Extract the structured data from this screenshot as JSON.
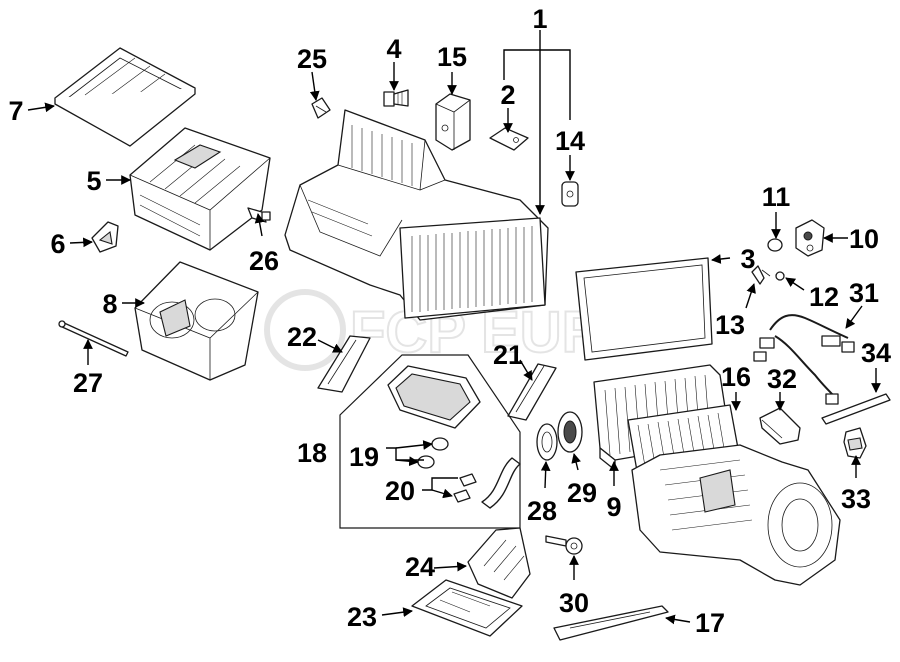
{
  "watermark": {
    "brand_text": "FCP EURO"
  },
  "callouts": [
    {
      "id": "c1",
      "label": "1"
    },
    {
      "id": "c2",
      "label": "2"
    },
    {
      "id": "c3",
      "label": "3"
    },
    {
      "id": "c4",
      "label": "4"
    },
    {
      "id": "c5",
      "label": "5"
    },
    {
      "id": "c6",
      "label": "6"
    },
    {
      "id": "c7",
      "label": "7"
    },
    {
      "id": "c8",
      "label": "8"
    },
    {
      "id": "c9",
      "label": "9"
    },
    {
      "id": "c10",
      "label": "10"
    },
    {
      "id": "c11",
      "label": "11"
    },
    {
      "id": "c12",
      "label": "12"
    },
    {
      "id": "c13",
      "label": "13"
    },
    {
      "id": "c14",
      "label": "14"
    },
    {
      "id": "c15",
      "label": "15"
    },
    {
      "id": "c16",
      "label": "16"
    },
    {
      "id": "c17",
      "label": "17"
    },
    {
      "id": "c18",
      "label": "18"
    },
    {
      "id": "c19",
      "label": "19"
    },
    {
      "id": "c20",
      "label": "20"
    },
    {
      "id": "c21",
      "label": "21"
    },
    {
      "id": "c22",
      "label": "22"
    },
    {
      "id": "c23",
      "label": "23"
    },
    {
      "id": "c24",
      "label": "24"
    },
    {
      "id": "c25",
      "label": "25"
    },
    {
      "id": "c26",
      "label": "26"
    },
    {
      "id": "c27",
      "label": "27"
    },
    {
      "id": "c28",
      "label": "28"
    },
    {
      "id": "c29",
      "label": "29"
    },
    {
      "id": "c30",
      "label": "30"
    },
    {
      "id": "c31",
      "label": "31"
    },
    {
      "id": "c32",
      "label": "32"
    },
    {
      "id": "c33",
      "label": "33"
    },
    {
      "id": "c34",
      "label": "34"
    }
  ]
}
